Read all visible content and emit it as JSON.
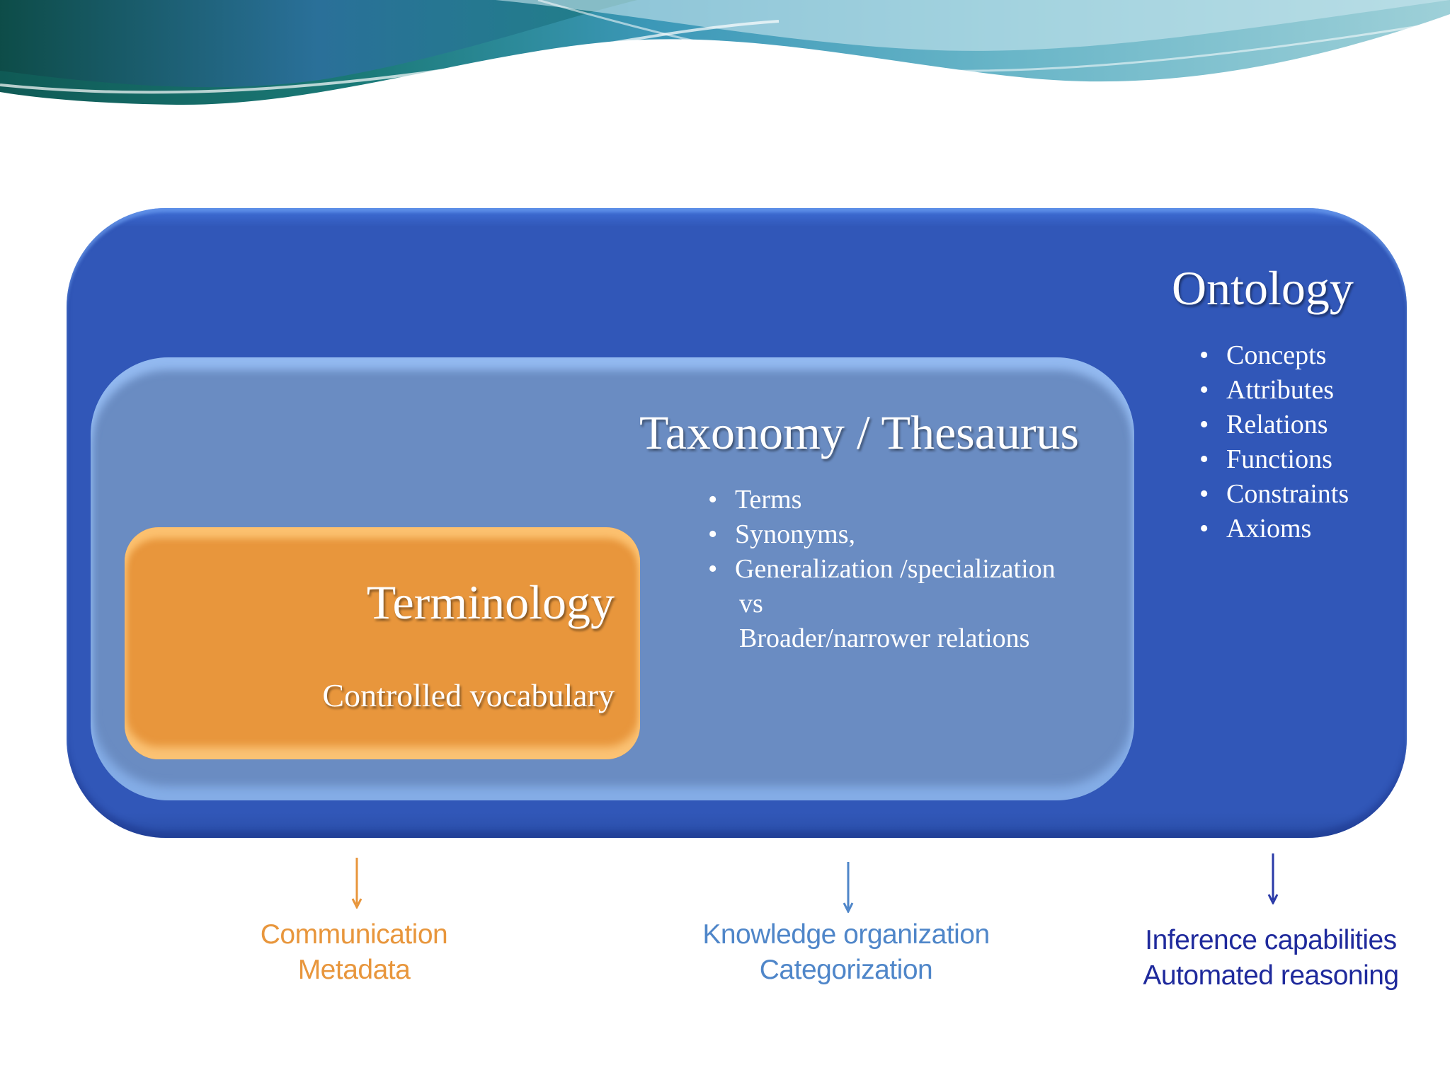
{
  "colors": {
    "ontology": "#3157b8",
    "taxonomy": "#6a8cc2",
    "terminology": "#e8963c",
    "caption_terminology": "#e8963c",
    "caption_taxonomy": "#4f86c9",
    "caption_ontology": "#1f2a9c"
  },
  "ontology": {
    "title": "Ontology",
    "items": [
      "Concepts",
      "Attributes",
      "Relations",
      "Functions",
      "Constraints",
      "Axioms"
    ]
  },
  "taxonomy": {
    "title": "Taxonomy / Thesaurus",
    "items": [
      "Terms",
      "Synonyms,",
      "Generalization /specialization",
      "vs",
      "Broader/narrower relations"
    ]
  },
  "terminology": {
    "title": "Terminology",
    "subtitle": "Controlled vocabulary"
  },
  "captions": {
    "terminology": [
      "Communication",
      "Metadata"
    ],
    "taxonomy": [
      "Knowledge organization",
      "Categorization"
    ],
    "ontology": [
      "Inference capabilities",
      "Automated reasoning"
    ]
  }
}
